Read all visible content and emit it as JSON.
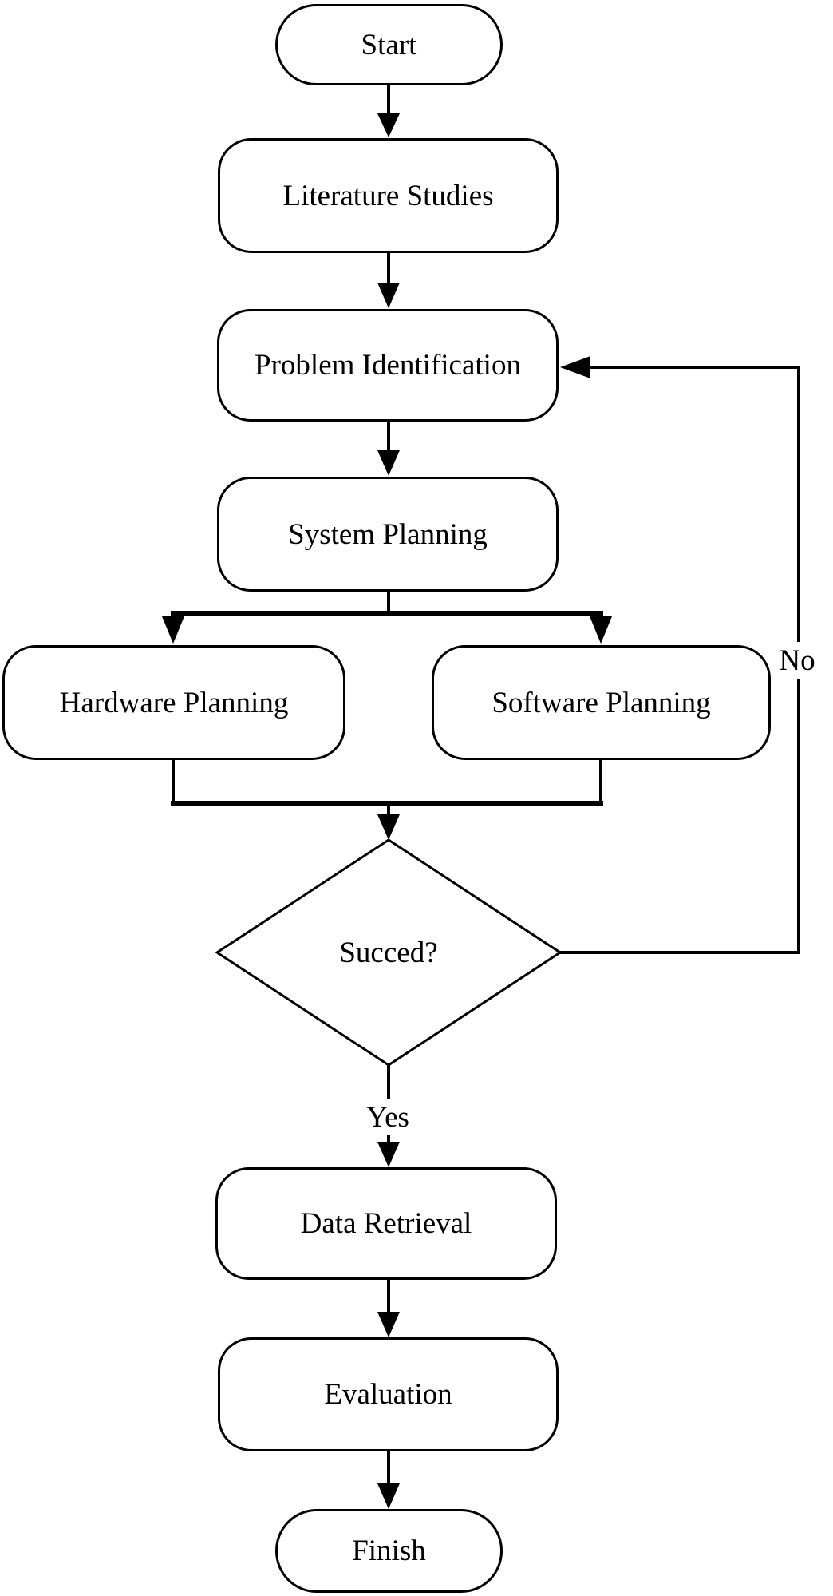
{
  "diagram": {
    "type": "flowchart",
    "background_color": "#ffffff",
    "line_color": "#000000",
    "nodes": [
      {
        "id": "start",
        "type": "terminator",
        "label": "Start"
      },
      {
        "id": "literature-studies",
        "type": "process",
        "label": "Literature Studies"
      },
      {
        "id": "problem-identification",
        "type": "process",
        "label": "Problem Identification"
      },
      {
        "id": "system-planning",
        "type": "process",
        "label": "System Planning"
      },
      {
        "id": "hardware-planning",
        "type": "process",
        "label": "Hardware Planning"
      },
      {
        "id": "software-planning",
        "type": "process",
        "label": "Software Planning"
      },
      {
        "id": "succeed-decision",
        "type": "decision",
        "label": "Succed?"
      },
      {
        "id": "data-retrieval",
        "type": "process",
        "label": "Data Retrieval"
      },
      {
        "id": "evaluation",
        "type": "process",
        "label": "Evaluation"
      },
      {
        "id": "finish",
        "type": "terminator",
        "label": "Finish"
      }
    ],
    "edges": [
      {
        "from": "start",
        "to": "literature-studies",
        "label": ""
      },
      {
        "from": "literature-studies",
        "to": "problem-identification",
        "label": ""
      },
      {
        "from": "problem-identification",
        "to": "system-planning",
        "label": ""
      },
      {
        "from": "system-planning",
        "to": "hardware-planning",
        "label": ""
      },
      {
        "from": "system-planning",
        "to": "software-planning",
        "label": ""
      },
      {
        "from": "hardware-planning",
        "to": "succeed-decision",
        "label": ""
      },
      {
        "from": "software-planning",
        "to": "succeed-decision",
        "label": ""
      },
      {
        "from": "succeed-decision",
        "to": "data-retrieval",
        "label": "Yes"
      },
      {
        "from": "succeed-decision",
        "to": "problem-identification",
        "label": "No"
      },
      {
        "from": "data-retrieval",
        "to": "evaluation",
        "label": ""
      },
      {
        "from": "evaluation",
        "to": "finish",
        "label": ""
      }
    ],
    "edge_labels": {
      "yes": "Yes",
      "no": "No"
    }
  }
}
